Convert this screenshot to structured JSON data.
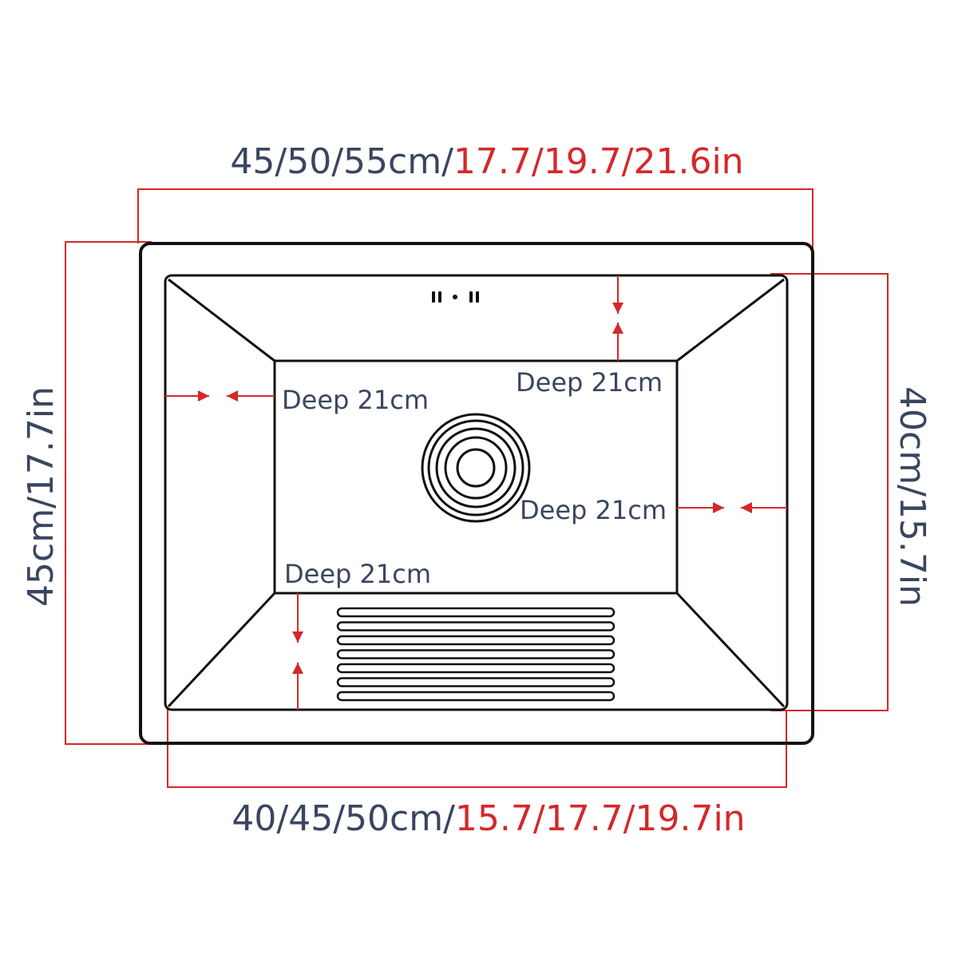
{
  "colors": {
    "dimension_line": "#d4282a",
    "outline": "#111111",
    "label_text": "#3a4560",
    "imperial_text": "#d4282a"
  },
  "dimensions": {
    "top_width": {
      "metric": "45/50/55cm/",
      "imperial": "17.7/19.7/21.6in"
    },
    "bottom_width": {
      "metric": "40/45/50cm/",
      "imperial": "15.7/17.7/19.7in"
    },
    "left_height": {
      "text": "45cm/17.7in"
    },
    "right_height": {
      "text": "40cm/15.7in"
    }
  },
  "depth_labels": {
    "left": "Deep 21cm",
    "top": "Deep 21cm",
    "right": "Deep 21cm",
    "bottom": "Deep 21cm"
  },
  "parts": {
    "drain_icon": "drain-icon",
    "overflow_icon": "overflow-slots-icon",
    "washboard_icon": "washboard-ribs-icon",
    "washboard_rib_count": 7
  }
}
